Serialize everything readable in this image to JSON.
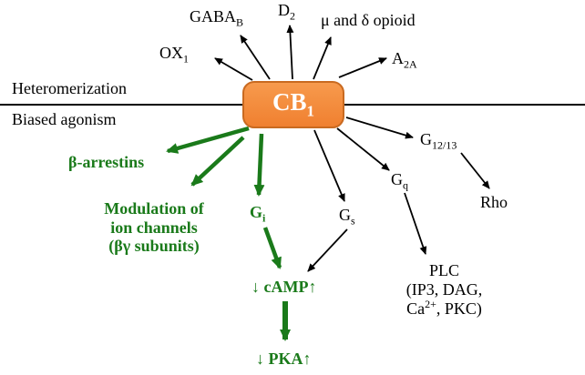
{
  "membrane": {
    "above_label": "Heteromerization",
    "below_label": "Biased agonism"
  },
  "receptor": {
    "name": "CB",
    "sub": "1"
  },
  "partners": {
    "ox1": {
      "name": "OX",
      "sub": "1"
    },
    "gabab": {
      "name": "GABA",
      "sub": "B"
    },
    "d2": {
      "name": "D",
      "sub": "2"
    },
    "opioid": {
      "name": "μ and δ opioid"
    },
    "a2a": {
      "name": "A",
      "sub": "2A"
    }
  },
  "green_pathway": {
    "beta_arrestins": "β-arrestins",
    "ion_channels": {
      "line1": "Modulation of",
      "line2": "ion channels",
      "line3": "(βγ subunits)"
    },
    "gi": {
      "name": "G",
      "sub": "i"
    },
    "camp": "↓ cAMP↑",
    "pka": "↓ PKA↑"
  },
  "g_proteins": {
    "gs": {
      "name": "G",
      "sub": "s"
    },
    "gq": {
      "name": "G",
      "sub": "q"
    },
    "g1213": {
      "name": "G",
      "sub": "12/13"
    }
  },
  "downstream": {
    "rho": "Rho",
    "plc": {
      "line1": "PLC",
      "line2": "(IP3, DAG,",
      "line3_pre": "Ca",
      "line3_sup": "2+",
      "line3_post": ", PKC)"
    }
  },
  "colors": {
    "green": "#1a7a1a",
    "orange_fill": "#f08030",
    "orange_border": "#c96a20",
    "black": "#000000"
  }
}
